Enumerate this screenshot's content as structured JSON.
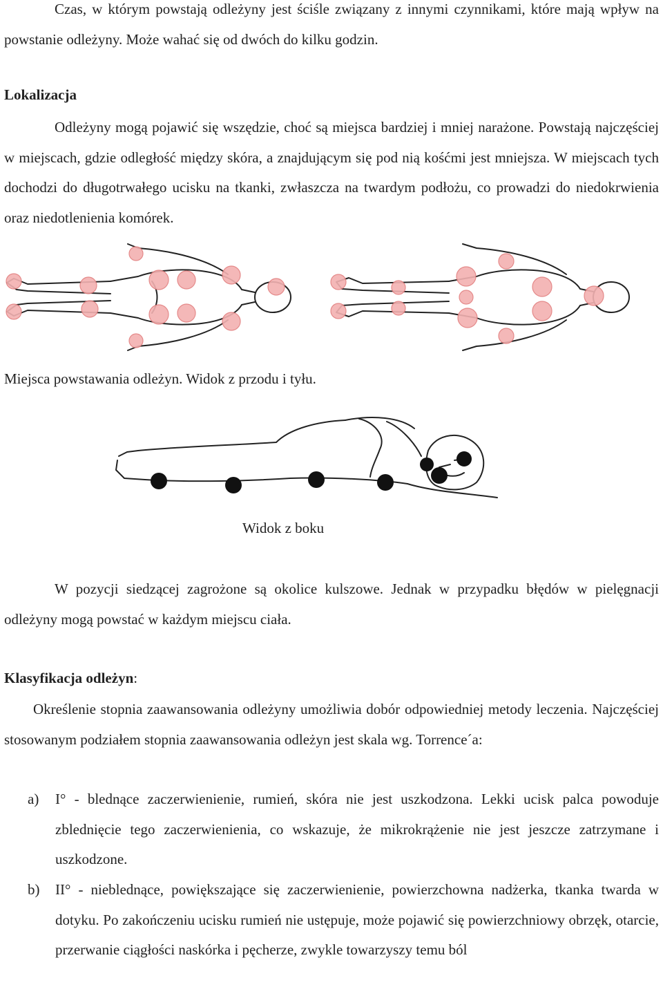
{
  "intro": {
    "text": "Czas, w którym powstają odleżyny jest ściśle związany z innymi czynnikami, które mają wpływ na powstanie odleżyny. Może wahać się od dwóch do kilku godzin."
  },
  "lokalizacja": {
    "heading": "Lokalizacja",
    "text": "Odleżyny mogą pojawić się wszędzie, choć są miejsca bardziej i mniej narażone. Powstają najczęściej w miejscach, gdzie odległość między skóra, a znajdującym się pod nią kośćmi jest mniejsza. W miejscach tych dochodzi do długotrwałego ucisku na tkanki, zwłaszcza na twardym podłożu, co prowadzi do niedokrwienia oraz niedotlenienia komórek."
  },
  "figure1": {
    "caption": "Miejsca powstawania odleżyn. Widok z przodu i tyłu."
  },
  "figure2": {
    "caption": "Widok z boku"
  },
  "sitting": {
    "text": "W pozycji siedzącej zagrożone są okolice kulszowe. Jednak w przypadku błędów w pielęgnacji odleżyny mogą powstać w każdym miejscu ciała."
  },
  "klasyfikacja": {
    "heading": "Klasyfikacja odleżyn",
    "heading_suffix": ":",
    "text": "Określenie stopnia zaawansowania odleżyny umożliwia dobór odpowiedniej metody leczenia. Najczęściej stosowanym podziałem stopnia zaawansowania odleżyn jest skala wg. Torrence´a:",
    "items": [
      {
        "marker": "a)",
        "text": "I° -  blednące zaczerwienienie, rumień, skóra nie jest uszkodzona. Lekki ucisk palca powoduje zblednięcie tego zaczerwienienia, co wskazuje, że mikrokrążenie nie jest jeszcze zatrzymane i uszkodzone."
      },
      {
        "marker": "b)",
        "text": "II° - nieblednące, powiększające się zaczerwienienie, powierzchowna nadżerka, tkanka twarda w dotyku. Po zakończeniu ucisku rumień nie ustępuje, może pojawić się powierzchniowy obrzęk, otarcie, przerwanie ciągłości naskórka i pęcherze, zwykle towarzyszy temu ból"
      }
    ]
  }
}
